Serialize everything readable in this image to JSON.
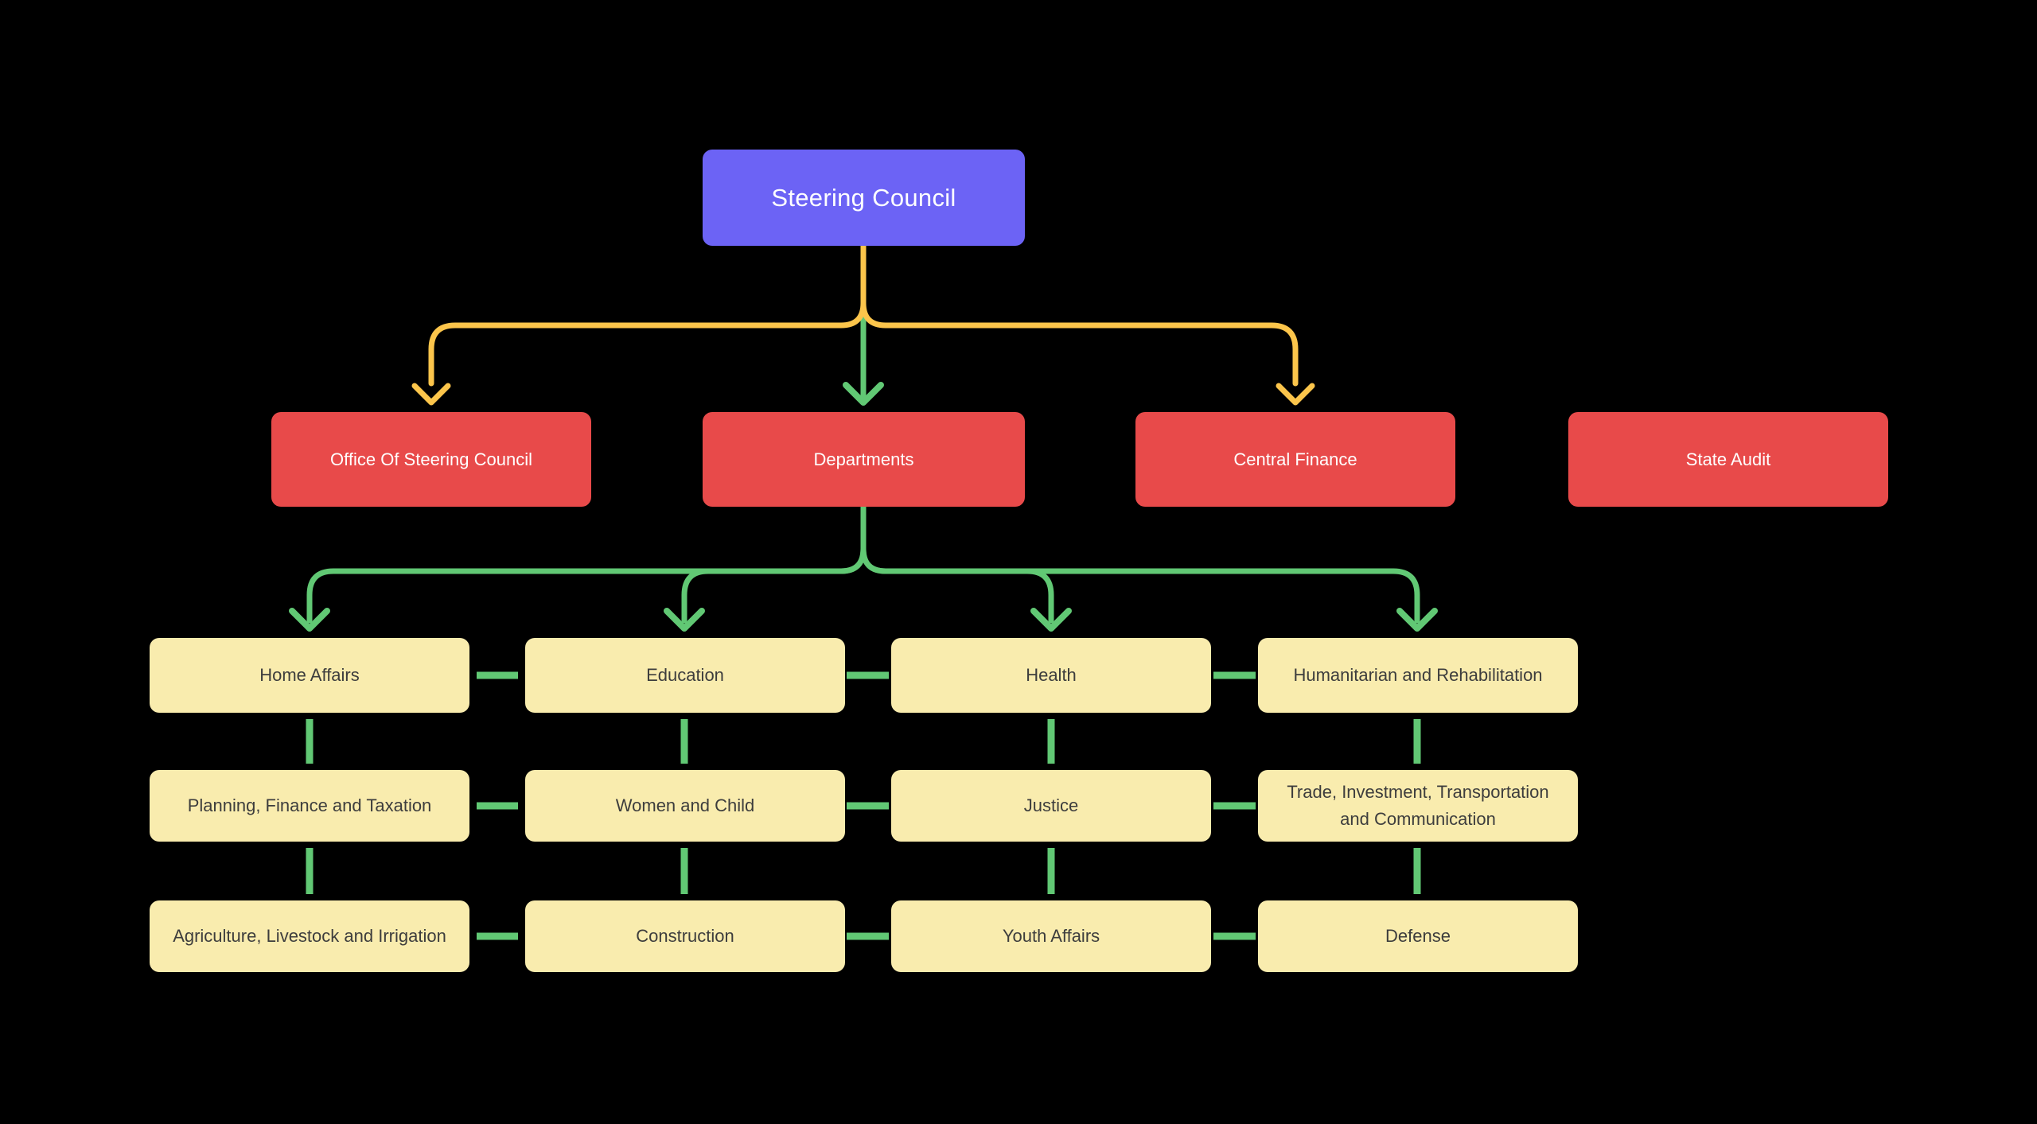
{
  "canvas": {
    "background": "#000000"
  },
  "palette": {
    "root_fill": "#6C63F5",
    "root_text": "#FFFFFF",
    "level1_fill": "#E84A4A",
    "level1_text": "#FFFFFF",
    "leaf_fill": "#F9ECAE",
    "leaf_text": "#3D3D3D",
    "branch_primary": "#FCC54B",
    "branch_secondary": "#61C874"
  },
  "org_chart": {
    "root": {
      "label": "Steering Council"
    },
    "level1": [
      {
        "label": "Office Of Steering Council"
      },
      {
        "label": "Departments"
      },
      {
        "label": "Central Finance"
      },
      {
        "label": "State Audit"
      }
    ],
    "grid": {
      "rows": [
        [
          "Home Affairs",
          "Education",
          "Health",
          "Humanitarian and Rehabilitation"
        ],
        [
          "Planning, Finance and Taxation",
          "Women and Child",
          "Justice",
          "Trade, Investment, Transportation and Communication"
        ],
        [
          "Agriculture, Livestock and Irrigation",
          "Construction",
          "Youth Affairs",
          "Defense"
        ]
      ]
    }
  }
}
